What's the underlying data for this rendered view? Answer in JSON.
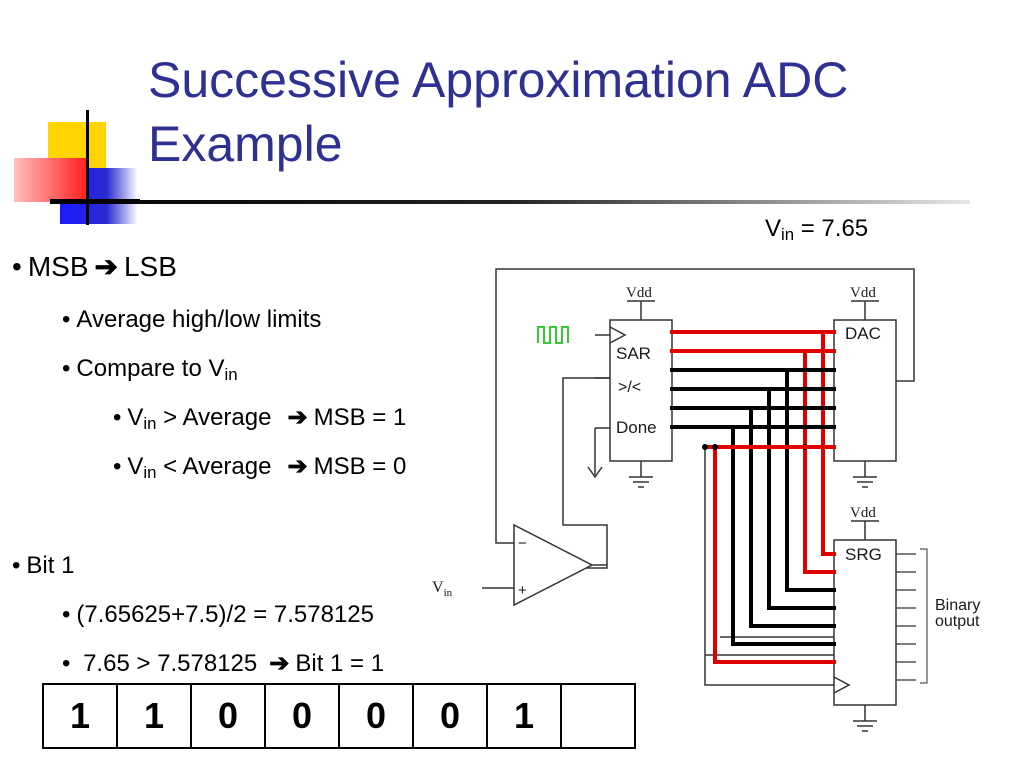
{
  "title": {
    "line1": "Successive Approximation ADC",
    "line2": "Example"
  },
  "vin_label": {
    "base": "V",
    "sub": "in",
    "rest": " = 7.65"
  },
  "bullets": {
    "b1": "MSB",
    "b1b": "LSB",
    "b2": "Average high/low limits",
    "b3": "Compare to V",
    "b3_sub": "in",
    "b4": "V",
    "b4_sub": "in",
    "b4_mid": " > Average",
    "b4_end": "MSB = 1",
    "b5": "V",
    "b5_sub": "in",
    "b5_mid": " < Average",
    "b5_end": "MSB = 0",
    "b6": "Bit 1",
    "b7": "(7.65625+7.5)/2  = 7.578125",
    "b8": "7.65 > 7.578125",
    "b8_end": "Bit 1 = 1"
  },
  "diagram": {
    "vdd_sar": "Vdd",
    "vdd_dac": "Vdd",
    "vdd_srg": "Vdd",
    "sar": "SAR",
    "cmp": ">/<",
    "done": "Done",
    "dac": "DAC",
    "srg": "SRG",
    "minus": "−",
    "plus": "+",
    "vin": "V",
    "vin_sub": "in",
    "binary1": "Binary",
    "binary2": "output"
  },
  "bit_cells": [
    "1",
    "1",
    "0",
    "0",
    "0",
    "0",
    "1",
    ""
  ],
  "colors": {
    "title": "#2e3192",
    "active_wire": "#e00000",
    "clock": "#33cc33"
  }
}
